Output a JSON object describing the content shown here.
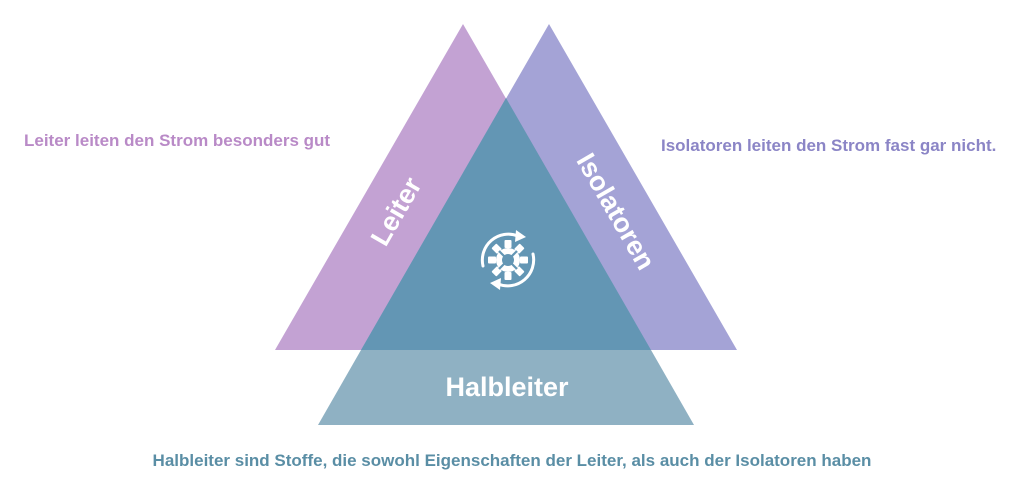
{
  "diagram": {
    "labels": {
      "leiter": "Leiter",
      "isolatoren": "Isolatoren",
      "halbleiter": "Halbleiter"
    },
    "captions": {
      "leiter": "Leiter leiten den Strom besonders gut",
      "isolatoren": "Isolatoren leiten den Strom fast gar nicht.",
      "halbleiter": "Halbleiter sind Stoffe, die sowohl Eigenschaften der Leiter, als auch der Isolatoren haben"
    },
    "center_icon": "gear-cycle-icon",
    "colors": {
      "leiter": "#c3a2d3",
      "isolatoren": "#a4a3d6",
      "overlap_top": "#6396b4",
      "halbleiter": "#8fb1c3",
      "caption_leiter": "#b98ac7",
      "caption_isolatoren": "#8b85c6",
      "caption_halbleiter": "#5a8ea5"
    }
  }
}
